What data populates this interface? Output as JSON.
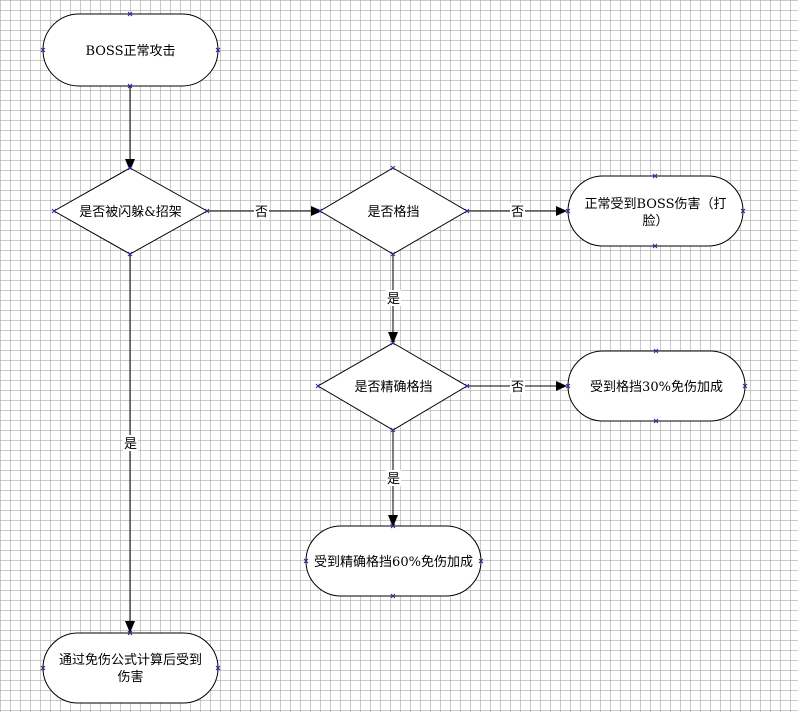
{
  "nodes": {
    "start": {
      "text": "BOSS正常攻击"
    },
    "dodge_parry": {
      "text": "是否被闪躲&招架"
    },
    "block": {
      "text": "是否格挡"
    },
    "hit_face_line1": {
      "text": "正常受到BOSS伤害（打"
    },
    "hit_face_line2": {
      "text": "脸）"
    },
    "perfect_block": {
      "text": "是否精确格挡"
    },
    "block_30": {
      "text": "受到格挡30%免伤加成"
    },
    "perfect_block_60": {
      "text": "受到精确格挡60%免伤加成"
    },
    "formula_line1": {
      "text": "通过免伤公式计算后受到"
    },
    "formula_line2": {
      "text": "伤害"
    }
  },
  "edge_labels": {
    "dodge_to_block_no": "否",
    "block_to_hit_no": "否",
    "block_to_perfect_yes": "是",
    "perfect_to_30_no": "否",
    "perfect_to_60_yes": "是",
    "dodge_to_formula_yes": "是"
  },
  "colors": {
    "stroke": "#000000",
    "fill": "#ffffff",
    "connection_point": "#2a2aa0",
    "grid": "#a0a0a0"
  }
}
